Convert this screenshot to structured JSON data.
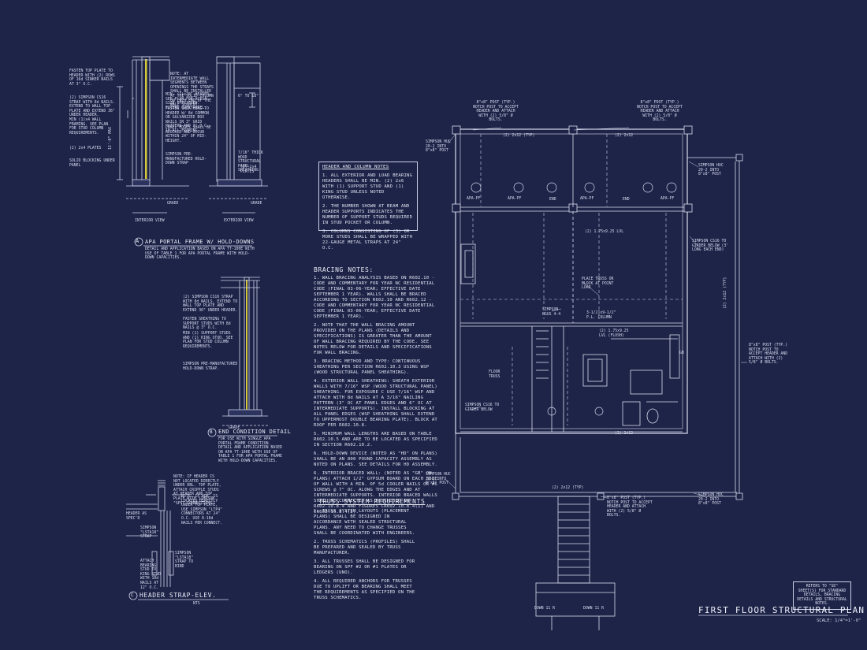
{
  "detail_a": {
    "title": "APA PORTAL FRAME W/ HOLD-DOWNS",
    "subtitle": "DETAIL AND APPLICATION BASED ON APA TT-100E WITH USE OF TABLE 1 FOR APA PORTAL FRAME WITH HOLD-DOWN CAPACITIES.",
    "interior_view": "INTERIOR VIEW",
    "exterior_view": "EXTERIOR VIEW",
    "notes_left": [
      "FASTEN TOP PLATE TO HEADER WITH (2) ROWS OF 16d SINKER NAILS AT 3\" O.C.",
      "(2) SIMPSON CS16 STRAP WITH 8d NAILS. EXTEND TO WALL TOP PLATE AND EXTEND 36\" UNDER HEADER.",
      "MIN (1)x4 WALL FRAMING. SEE PLAN FOR STUD COLUMN REQUIREMENTS.",
      "(2) 2x4 PLATES",
      "SOLID BLOCKING UNDER PANEL"
    ],
    "notes_right": [
      "NOTE: AT INTERMEDIATE WALL SEGMENTS BETWEEN OPENINGS THE STRAPS SHALL BE INSTALLED AT THE SOLID COLUMN ON EACH END OF THE WALL SEGMENT.",
      "MIN. (1)x20\" HEADER, SEE PLAN FOR ACTUAL SIZE SPECIFIED. EXTEND OVER PANEL.",
      "FASTEN SHEATHING TO HEADER W/ 8d COMMON OR GALVANIZED BOX NAILS IN 3\" GRID PATTERN AND 3\" O.C. IN ALL FRAMING.",
      "PANEL EDGES SHALL BE BLOCKED AND OCCUR WITHIN 24\" OF MID-HEIGHT.",
      "SIMPSON PRE-MANUFACTURED HOLD-DOWN STRAP",
      "7/16\" THICK WOOD STRUCTURAL PANEL SHEATHING",
      "(2) 2x4 PLATES"
    ],
    "dim_height": "12'-0\" MAX",
    "dim_header": "6\" TO 18\"",
    "grade": "GRADE"
  },
  "detail_b": {
    "title": "END CONDITION DETAIL",
    "subtitle": "FOR USE WITH SINGLE APA PORTAL FRAME CONDITION. DETAIL AND APPLICATION BASED ON APA TT-100E WITH USE OF TABLE 1 FOR APA PORTAL FRAME WITH HOLD-DOWN CAPACITIES.",
    "notes": [
      "(2) SIMPSON CS16 STRAP WITH 8d NAILS. EXTEND TO WALL TOP PLATE AND EXTEND 36\" UNDER HEADER.",
      "FASTEN SHEATHING TO SUPPORT STUDS WITH 8d NAILS @ 3\" O.C.",
      "MIN (1) SUPPORT STUDS AND (1) KING STUD. SEE PLAN FOR STUD COLUMN REQUIREMENTS.",
      "SIMPSON PRE-MANUFACTURED HOLD-DOWN STRAP."
    ],
    "grade": "GRADE"
  },
  "detail_c": {
    "title": "HEADER STRAP-ELEV.",
    "scale": "NTS",
    "notes": [
      "NOTE: IF HEADER IS NOT LOCATED DIRECTLY UNDER DBL. TOP PLATE, ATTACH CRIPPLE STUDS AT HEADER AND TOP PLATE WITH SIMPSON \"SPS\" CONNECTIONS.",
      "NOTE: IF HDR. IS LOCATED DIRECTLY UNDER TOP PLATE, USE SIMPSON \"LTP4\" CONNECTORS AT 24\" O.C. USE 8-10d NAILS PER CONNECT.",
      "HEADER AS SPEC'D",
      "SIMPSON \"LSTA18\" STRAP",
      "ATTACH BEARING STUD TO KING STUD WITH 10d NAILS AT 12\" O.C.",
      "SIMPSON \"LSTA18\" STRAP TO BIND"
    ]
  },
  "header_column_notes": {
    "title": "HEADER AND COLUMN NOTES",
    "items": [
      "1. ALL EXTERIOR AND LOAD BEARING HEADERS SHALL BE MIN. (2) 2x6 WITH (1) SUPPORT STUD AND (1) KING STUD UNLESS NOTED OTHERWISE.",
      "2. THE NUMBER SHOWN AT BEAM AND HEADER SUPPORTS INDICATES THE NUMBER OF SUPPORT STUDS REQUIRED IN STUD POCKET OR COLUMN.",
      "3. COLUMNS CONSISTING OF (3) OR MORE STUDS SHALL BE WRAPPED WITH 22-GAUGE METAL STRAPS AT 24\" O.C."
    ]
  },
  "bracing_notes": {
    "title": "BRACING NOTES:",
    "items": [
      "1. WALL BRACING ANALYSIS BASED ON R602.10 - CODE AND COMMENTARY FOR YEAR NC RESIDENTIAL CODE (FINAL 03-06-YEAR; EFFECTIVE DATE SEPTEMBER 1 YEAR). WALLS SHALL BE BRACED ACCORDING TO SECTION R602.10 AND R602.12 - CODE AND COMMENTARY FOR YEAR NC RESIDENTIAL CODE (FINAL 03-06-YEAR; EFFECTIVE DATE SEPTEMBER 1 YEAR).",
      "2. NOTE THAT THE WALL BRACING AMOUNT PROVIDED ON THE PLANS (DETAILS AND SPECIFICATIONS) IS GREATER THAN THE AMOUNT OF WALL BRACING REQUIRED BY THE CODE. SEE NOTES BELOW FOR DETAILS AND SPECIFICATIONS FOR WALL BRACING.",
      "3. BRACING METHOD AND TYPE: CONTINUOUS SHEATHING PER SECTION R602.10.3 USING WSP (WOOD STRUCTURAL PANEL SHEATHING).",
      "4. EXTERIOR WALL SHEATHING: SHEATH EXTERIOR WALLS WITH 7/16\" WSP (WOOD STRUCTURAL PANEL) SHEATHING. FOR EXPOSURE C USE 7/16\" WSP AND ATTACH WITH 8d NAILS AT A 3/16\" NAILING PATTERN (3\" OC AT PANEL EDGES AND 6\" OC AT INTERMEDIATE SUPPORTS). INSTALL BLOCKING AT ALL PANEL EDGES (WSP SHEATHING SHALL EXTEND TO UPPERMOST DOUBLE BEARING PLATE). BLOCK AT ROOF PER R602.10.8.",
      "5. MINIMUM WALL LENGTHS ARE BASED ON TABLE R602.10.5 AND ARE TO BE LOCATED AS SPECIFIED IN SECTION R602.10.2.",
      "6. HOLD-DOWN DEVICE (NOTED AS \"HD\" ON PLANS) SHALL BE AN 800 POUND CAPACITY ASSEMBLY AS NOTED ON PLANS. SEE DETAILS FOR HD ASSEMBLY.",
      "6. INTERIOR BRACED WALL: (NOTED AS \"GB\" ON PLANS) ATTACH 1/2\" GYPSUM BOARD ON EACH SIDE OF WALL WITH A MIN. OF 5d COOLER NAILS OR #6 SCREWS @ 7\" OC. ALONG THE EDGES AND AT INTERMEDIATE SUPPORTS. INTERIOR BRACED WALLS SHALL BE CONNECTED AS DESCRIBED IN R602.10.8.4 AND FIGURES CR602.10.8.4(1) AND CR602.10.8.4(2)."
    ]
  },
  "truss_requirements": {
    "title": "TRUSS SYSTEM REQUIREMENTS",
    "items": [
      "1. TRUSS SYSTEM LAYOUTS (PLACEMENT PLANS) SHALL BE DESIGNED IN ACCORDANCE WITH SEALED STRUCTURAL PLANS. ANY NEED TO CHANGE TRUSSES SHALL BE COORDINATED WITH ENGINEERS.",
      "2. TRUSS SCHEMATICS (PROFILES) SHALL BE PREPARED AND SEALED BY TRUSS MANUFACTURER.",
      "3. ALL TRUSSES SHALL BE DESIGNED FOR BEARING ON SPF #2 OR #1 PLATES OR LEDGERS (UNO).",
      "4. ALL REQUIRED ANCHORS FOR TRUSSES DUE TO UPLIFT OR BEARING SHALL MEET THE REQUIREMENTS AS SPECIFIED ON THE TRUSS SCHEMATICS."
    ]
  },
  "plan": {
    "title": "FIRST FLOOR STRUCTURAL PLAN",
    "scale": "SCALE: 1/4\"=1'-0\"",
    "refer_note": "REFERS TO \"SD\" SHEET(S) FOR STANDARD DETAILS, BRACING DETAILS AND STRUCTURAL NOTES.",
    "callouts": {
      "post_tl": "8\"x8\" POST (TYP.) NOTCH POST TO ACCEPT HEADER AND ATTACH WITH (2) 5/8\" Ø BOLTS.",
      "post_tr": "8\"x8\" POST (TYP.) NOTCH POST TO ACCEPT HEADER AND ATTACH WITH (2) 5/8\" Ø BOLTS.",
      "post_right": "8\"x8\" POST (TYP.) NOTCH POST TO ACCEPT HEADER AND ATTACH WITH (2) 5/8\" Ø BOLTS.",
      "post_bottom": "8\"x8\" POST (TYP.) NOTCH POST TO ACCEPT HEADER AND ATTACH WITH (2) 5/8\" Ø BOLTS.",
      "simpson_tl": "SIMPSON HUC 20-2 INTO 8\"x8\" POST",
      "simpson_tr": "SIMPSON HUC 20-2 INTO 8\"x8\" POST",
      "simpson_bl": "SIMPSON HUC 20-2 INTO 8\"x8\" POST",
      "simpson_br": "SIMPSON HUC 20-2 INTO 8\"x8\" POST",
      "cs16_right": "SIMPSON CS16 TO GIRDER BELOW (3' LONG EACH END)",
      "cs16_left": "SIMPSON CS16 TO GIRDER BELOW",
      "hgus": "SIMPSON HGUS 4-4",
      "point_load": "PLACE TRUSS OR BLOCK AT POINT LOAD",
      "lvl_top": "(2) 1.75x9.25 LVL",
      "lvl_flush": "(2) 1.75x9.25 LVL (FLUSH)",
      "pl_column": "3-1/2\"x9-1/2\" P.L. COLUMN",
      "floor_truss": "FLOOR TRUSS",
      "down_1": "DOWN 11 R",
      "down_2": "DOWN 11 R"
    },
    "header_tags": [
      "(2) 2x12 (TYP)",
      "(2) 2x12",
      "(2) 2x12",
      "(2) 2x12 (TYP)"
    ],
    "post_tags": [
      "APA-PF",
      "APA-PF",
      "APA-PF",
      "APA-PF"
    ],
    "end_tags": [
      "END",
      "END"
    ],
    "dim_right": "(2) 2x12 (TYP)",
    "gb": "GB"
  }
}
